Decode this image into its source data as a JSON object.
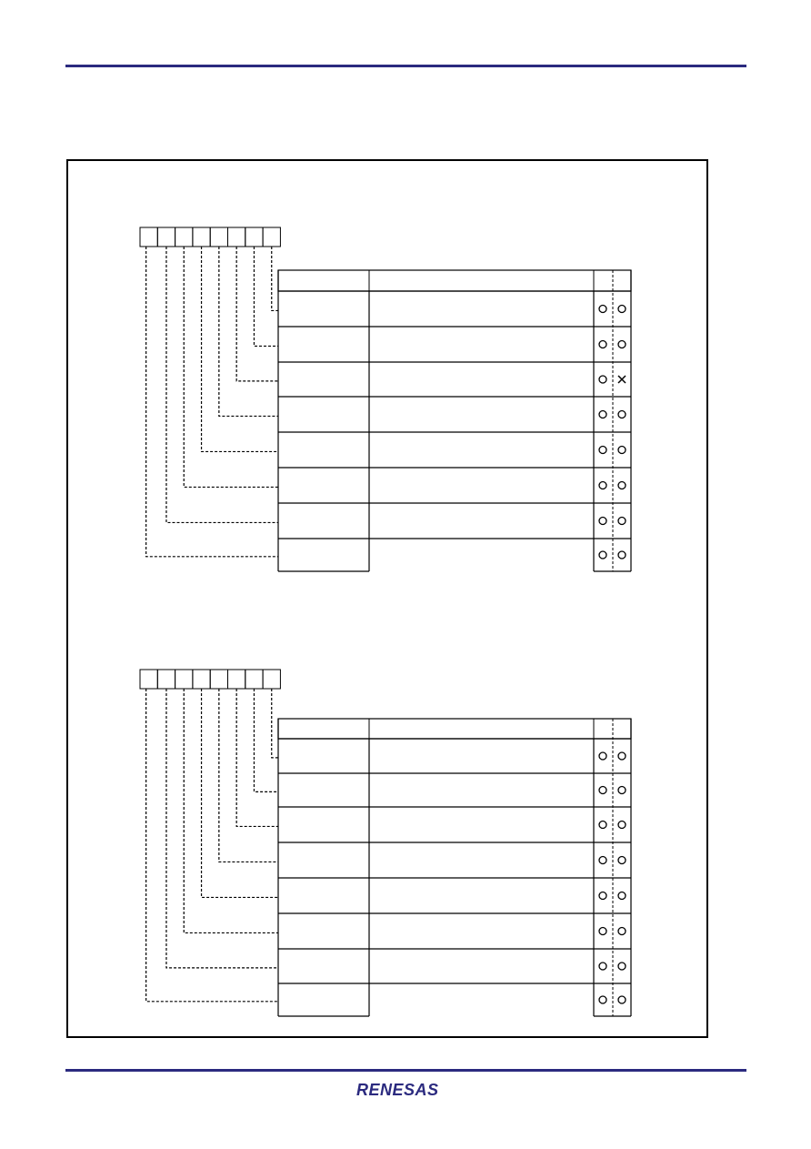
{
  "colors": {
    "rule": "#2b2a7f",
    "logo": "#2b2a7f",
    "ink": "#000000"
  },
  "diagrams": [
    {
      "id": "upper",
      "bits": 8,
      "rows": [
        {
          "mark_a": "circle",
          "mark_b": "circle"
        },
        {
          "mark_a": "circle",
          "mark_b": "circle"
        },
        {
          "mark_a": "circle",
          "mark_b": "cross"
        },
        {
          "mark_a": "circle",
          "mark_b": "circle"
        },
        {
          "mark_a": "circle",
          "mark_b": "circle"
        },
        {
          "mark_a": "circle",
          "mark_b": "circle"
        },
        {
          "mark_a": "circle",
          "mark_b": "circle"
        },
        {
          "mark_a": "circle",
          "mark_b": "circle"
        }
      ]
    },
    {
      "id": "lower",
      "bits": 8,
      "rows": [
        {
          "mark_a": "circle",
          "mark_b": "circle"
        },
        {
          "mark_a": "circle",
          "mark_b": "circle"
        },
        {
          "mark_a": "circle",
          "mark_b": "circle"
        },
        {
          "mark_a": "circle",
          "mark_b": "circle"
        },
        {
          "mark_a": "circle",
          "mark_b": "circle"
        },
        {
          "mark_a": "circle",
          "mark_b": "circle"
        },
        {
          "mark_a": "circle",
          "mark_b": "circle"
        },
        {
          "mark_a": "circle",
          "mark_b": "circle"
        }
      ]
    }
  ],
  "footer": {
    "logo_text": "RENESAS",
    "logo_icon": "renesas-logo"
  }
}
